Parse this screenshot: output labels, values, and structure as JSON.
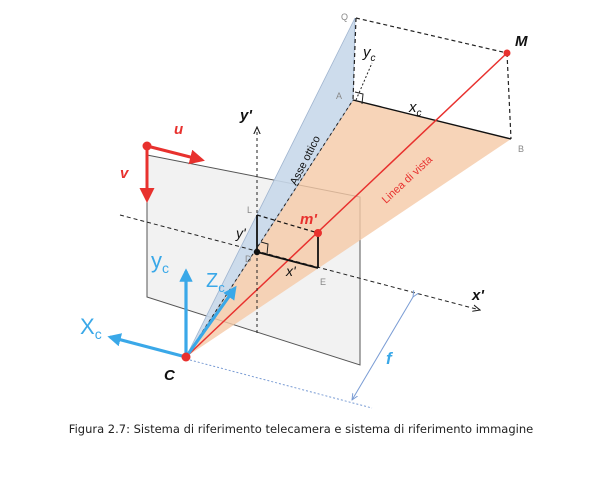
{
  "colors": {
    "red": "#e8312e",
    "blue": "#3aa8e8",
    "frustum_fill": "#f5c9a6",
    "plane_fill": "#c8d8ea",
    "image_plane_fill": "#f0f0f0",
    "axis_dark": "#222222",
    "dim_line": "#7a9cd4"
  },
  "labels": {
    "Q": "Q",
    "M": "M",
    "A": "A",
    "B": "B",
    "yc_top": "y",
    "yc_top_sub": "c",
    "xc_top": "x",
    "xc_top_sub": "c",
    "asse_ottico": "Asse ottico",
    "linea_di_vista": "Linea di vista",
    "y_prime": "y'",
    "u": "u",
    "v": "v",
    "L": "L",
    "m_prime": "m'",
    "y_prime_small": "y'",
    "D": "D",
    "x_prime_small": "x'",
    "E": "E",
    "Yc": "y",
    "Yc_sub": "c",
    "Zc": "Z",
    "Zc_sub": "c",
    "x_prime": "x'",
    "Xc": "X",
    "Xc_sub": "c",
    "C": "C",
    "f": "f"
  },
  "caption": "Figura 2.7: Sistema di riferimento telecamera e sistema di riferimento immagine"
}
